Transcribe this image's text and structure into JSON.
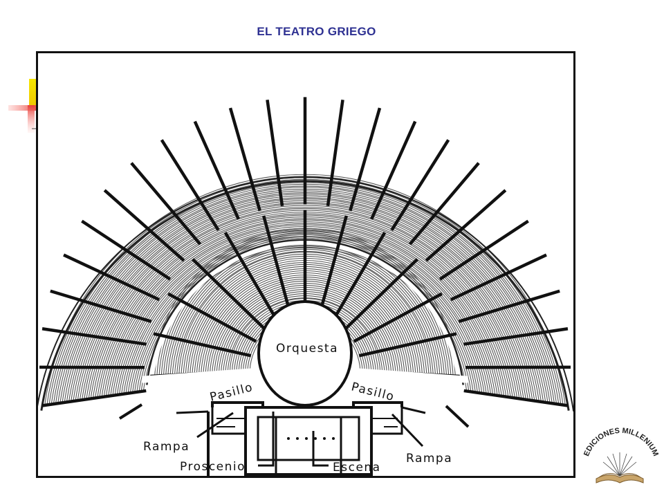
{
  "title": "EL TEATRO GRIEGO",
  "labels": {
    "orquesta": "Orquesta",
    "pasillo_left": "Pasillo",
    "pasillo_right": "Pasillo",
    "rampa_left": "Rampa",
    "rampa_right": "Rampa",
    "proscenio": "Proscenio",
    "escena": "Escena"
  },
  "logo": {
    "text": "EDICIONES MILLENIUM"
  },
  "colors": {
    "title": "#2e3192",
    "accent_yellow": "#f5e000",
    "accent_red": "#e8403a"
  }
}
